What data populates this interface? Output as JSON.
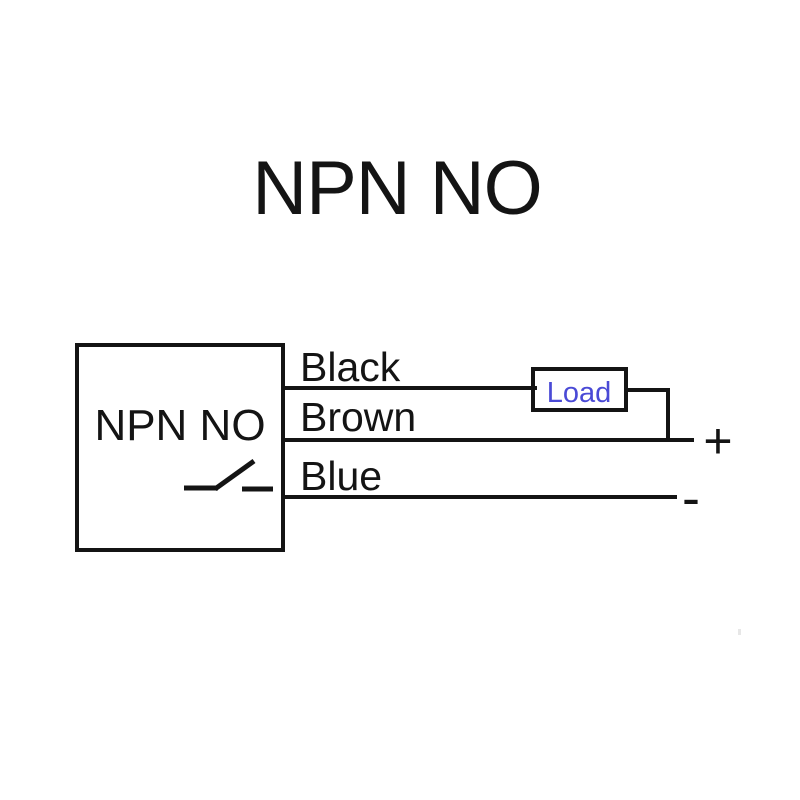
{
  "title": "NPN NO",
  "diagram": {
    "sensor": {
      "label": "NPN NO"
    },
    "wires": [
      {
        "label": "Black"
      },
      {
        "label": "Brown"
      },
      {
        "label": "Blue"
      }
    ],
    "load": {
      "label": "Load"
    },
    "terminals": {
      "positive": "+",
      "negative": "-"
    }
  },
  "colors": {
    "background": "#ffffff",
    "line": "#141414",
    "load_text": "#4a4ad6"
  }
}
